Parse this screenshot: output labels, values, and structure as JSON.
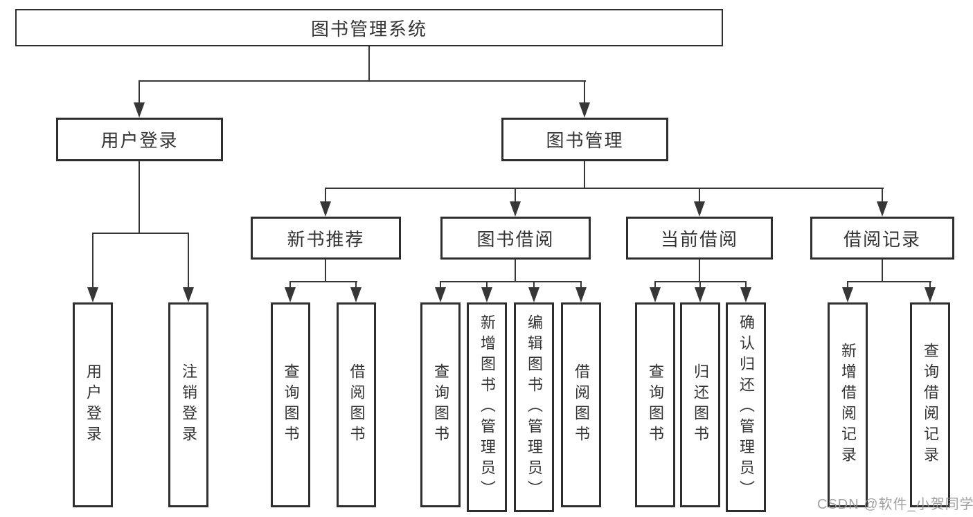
{
  "diagram": {
    "title": "图书管理系统",
    "branches": [
      {
        "label": "用户登录",
        "children": [
          "用户登录",
          "注销登录"
        ]
      },
      {
        "label": "图书管理",
        "modules": [
          {
            "label": "新书推荐",
            "children": [
              "查询图书",
              "借阅图书"
            ]
          },
          {
            "label": "图书借阅",
            "children": [
              "查询图书",
              "新增图书（管理员）",
              "编辑图书（管理员）",
              "借阅图书"
            ]
          },
          {
            "label": "当前借阅",
            "children": [
              "查询图书",
              "归还图书",
              "确认归还（管理员）"
            ]
          },
          {
            "label": "借阅记录",
            "children": [
              "新增借阅记录",
              "查询借阅记录"
            ]
          }
        ]
      }
    ]
  },
  "watermark": {
    "text": "CSDN @软件_小贺同学"
  },
  "colors": {
    "line": "#363636",
    "box_border": "#2e2e2e",
    "text": "#333333",
    "watermark": "#949494",
    "background": "#ffffff"
  }
}
